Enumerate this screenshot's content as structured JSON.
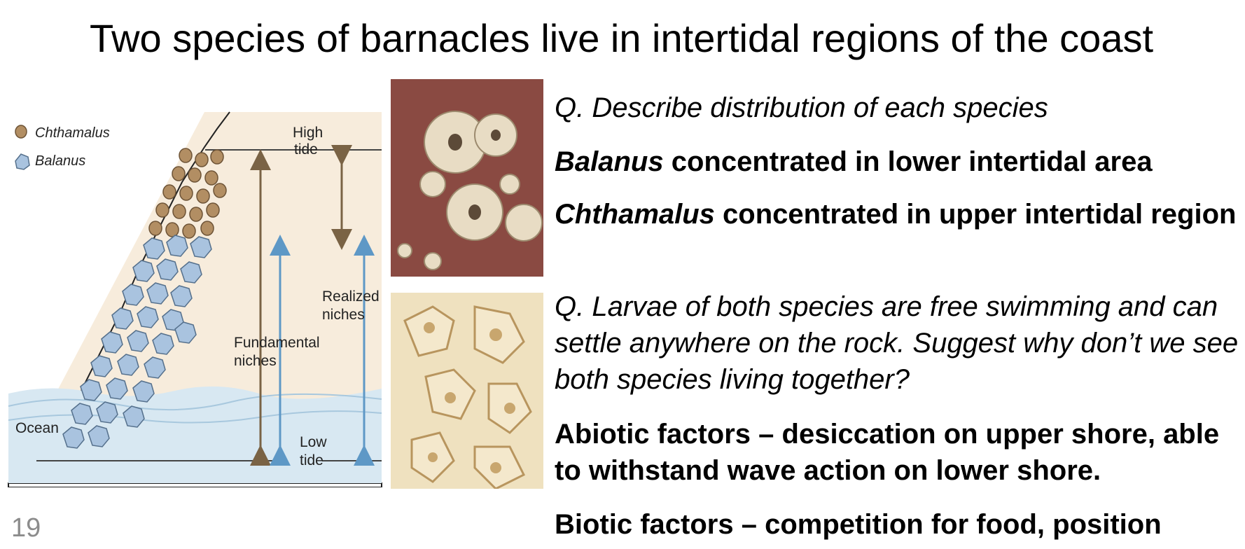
{
  "slide": {
    "title": "Two species of barnacles live in intertidal regions of the coast",
    "slide_number": "19"
  },
  "diagram": {
    "legend": {
      "chthamalus": "Chthamalus",
      "balanus": "Balanus"
    },
    "high_tide_1": "High",
    "high_tide_2": "tide",
    "low_tide_1": "Low",
    "low_tide_2": "tide",
    "fundamental_1": "Fundamental",
    "fundamental_2": "niches",
    "realized_1": "Realized",
    "realized_2": "niches",
    "ocean": "Ocean",
    "colors": {
      "chthamalus": "#b28e63",
      "balanus": "#a9c3df",
      "fundamental_arrow": "#7a6345",
      "realized_arrow": "#5e98c6",
      "rock_background": "#f7ecdc",
      "water": "#d8e8f2"
    }
  },
  "photos": {
    "top": {
      "subject": "barnacles-on-red-rock",
      "colors": [
        "#8a4a42",
        "#e8dcc4"
      ]
    },
    "bottom": {
      "subject": "barnacles-close-up",
      "colors": [
        "#efe1bf",
        "#c8a66e"
      ]
    }
  },
  "text": {
    "q1": "Q. Describe distribution of each species",
    "a1_species": "Balanus",
    "a1_rest": " concentrated in lower intertidal area",
    "a2_species": "Chthamalus",
    "a2_rest": " concentrated in upper intertidal region",
    "q2": "Q. Larvae of both species are free swimming and can settle anywhere on the rock. Suggest why don’t we see both species living together?",
    "a3": "Abiotic factors – desiccation on upper shore, able to withstand wave action on lower shore.",
    "a4": "Biotic factors – competition for food, position"
  }
}
